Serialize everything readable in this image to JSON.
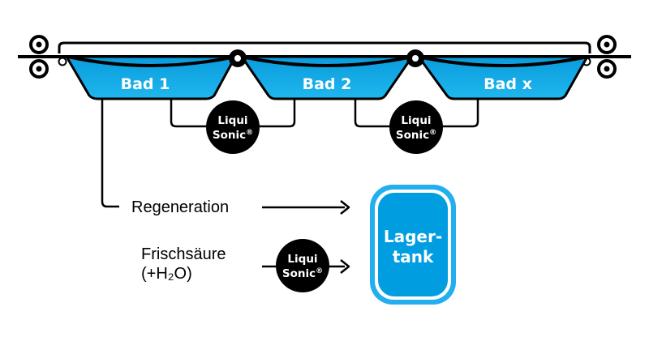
{
  "baths": [
    {
      "label": "Bad 1"
    },
    {
      "label": "Bad 2"
    },
    {
      "label": "Bad x"
    }
  ],
  "liquisonic": {
    "line1": "Liqui",
    "line2": "Sonic",
    "mark": "®"
  },
  "flow": {
    "regeneration": "Regeneration",
    "fresh_acid_line1": "Frischsäure",
    "fresh_acid_line2": "(+H₂O)"
  },
  "storage_tank": {
    "line1": "Lager-",
    "line2": "tank"
  },
  "colors": {
    "bath_fill": "#009ee0",
    "bath_fill_light": "#14b1ea",
    "sensor_fill": "#000000",
    "tank_outline": "#23aef0",
    "line": "#000000"
  }
}
